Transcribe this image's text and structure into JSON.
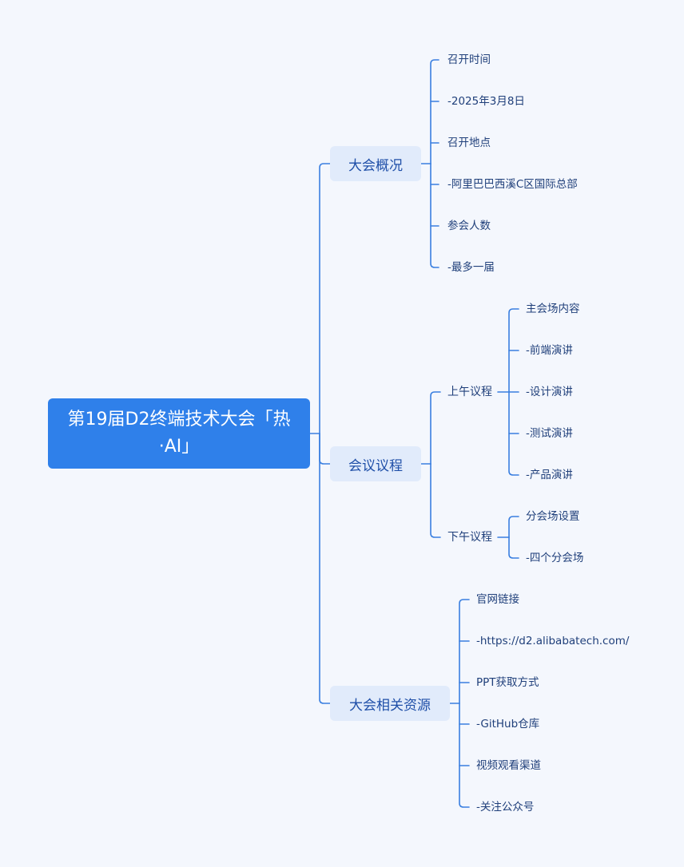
{
  "root": {
    "label": "第19届D2终端技术大会「热·AI」"
  },
  "branches": [
    {
      "label": "大会概况",
      "items": [
        "召开时间",
        "-2025年3月8日",
        "召开地点",
        "-阿里巴巴西溪C区国际总部",
        "参会人数",
        "-最多一届"
      ]
    },
    {
      "label": "会议议程",
      "groups": [
        {
          "label": "上午议程",
          "items": [
            "主会场内容",
            "-前端演讲",
            "-设计演讲",
            "-测试演讲",
            "-产品演讲"
          ]
        },
        {
          "label": "下午议程",
          "items": [
            "分会场设置",
            "-四个分会场"
          ]
        }
      ]
    },
    {
      "label": "大会相关资源",
      "items": [
        "官网链接",
        "-https://d2.alibabatech.com/",
        "PPT获取方式",
        "-GitHub仓库",
        "视频观看渠道",
        "-关注公众号"
      ]
    }
  ],
  "colors": {
    "line": "#3a7fe0",
    "root_bg": "#2f80ea",
    "branch_bg": "#e1ebfb",
    "background": "#f4f7fd"
  }
}
